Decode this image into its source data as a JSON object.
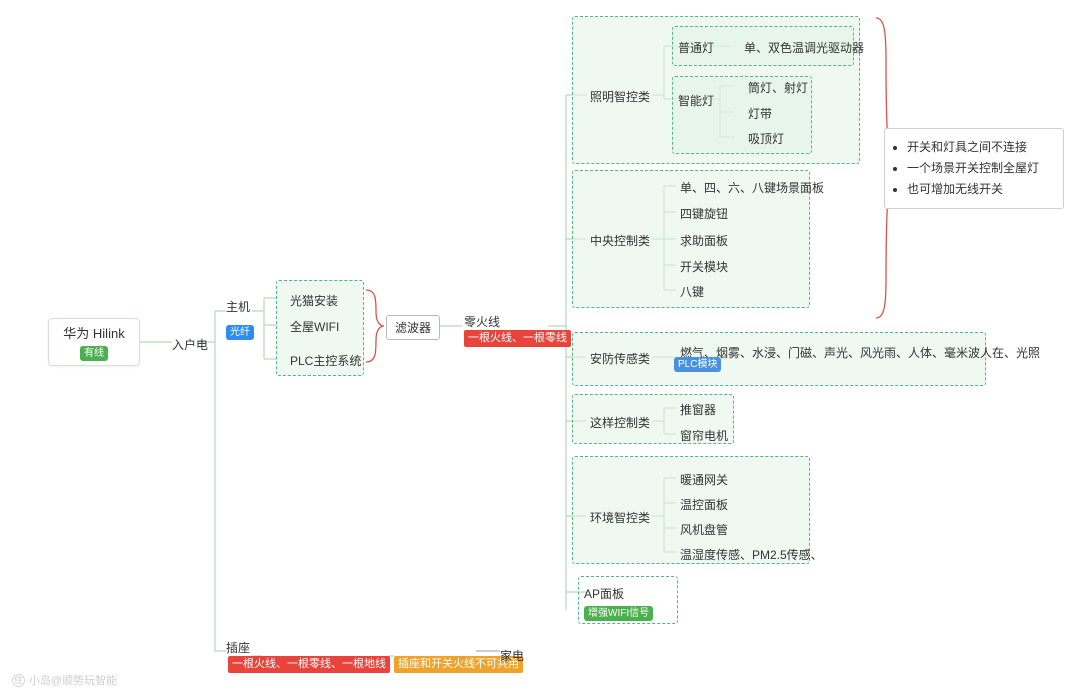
{
  "root": {
    "title": "华为 Hilink",
    "tag": "有线"
  },
  "branch_entry": {
    "label": "入户电"
  },
  "host": {
    "label": "主机",
    "tag": "光纤",
    "items": [
      "光猫安装",
      "全屋WIFI",
      "PLC主控系统"
    ]
  },
  "filter": {
    "label": "滤波器"
  },
  "neutral_live": {
    "label": "零火线",
    "bar": "一根火线、一根零线"
  },
  "socket": {
    "label": "插座",
    "bar": "一根火线、一根零线、一根地线",
    "bar2": "插座和开关火线不可共用",
    "appliance": "家电"
  },
  "categories": [
    {
      "name": "照明智控类",
      "subgroups": [
        {
          "name": "普通灯",
          "items": [
            "单、双色温调光驱动器"
          ]
        },
        {
          "name": "智能灯",
          "items": [
            "筒灯、射灯",
            "灯带",
            "吸顶灯"
          ]
        }
      ]
    },
    {
      "name": "中央控制类",
      "items": [
        "单、四、六、八键场景面板",
        "四键旋钮",
        "求助面板",
        "开关模块",
        "八键"
      ]
    },
    {
      "name": "安防传感类",
      "items": [
        "燃气、烟雾、水浸、门磁、声光、风光雨、人体、毫米波人在、光照"
      ],
      "tag": "PLC模块"
    },
    {
      "name": "这样控制类",
      "items": [
        "推窗器",
        "窗帘电机"
      ]
    },
    {
      "name": "环境智控类",
      "items": [
        "暖通网关",
        "温控面板",
        "风机盘管",
        "温湿度传感、PM2.5传感、"
      ]
    },
    {
      "name": "AP面板",
      "tag": "增强WIFI信号"
    }
  ],
  "note": {
    "items": [
      "开关和灯具之间不连接",
      "一个场景开关控制全屋灯",
      "也可增加无线开关"
    ]
  },
  "watermark": {
    "badge": "住",
    "text": "小岛@顺势玩智能"
  },
  "colors": {
    "green_dash": "#52b788",
    "green_fill": "#e2f3e6",
    "red": "#e8443c",
    "orange": "#f0a32a",
    "blue": "#2d8cf0",
    "line": "#b6d7bb",
    "brace": "#d9534f"
  }
}
